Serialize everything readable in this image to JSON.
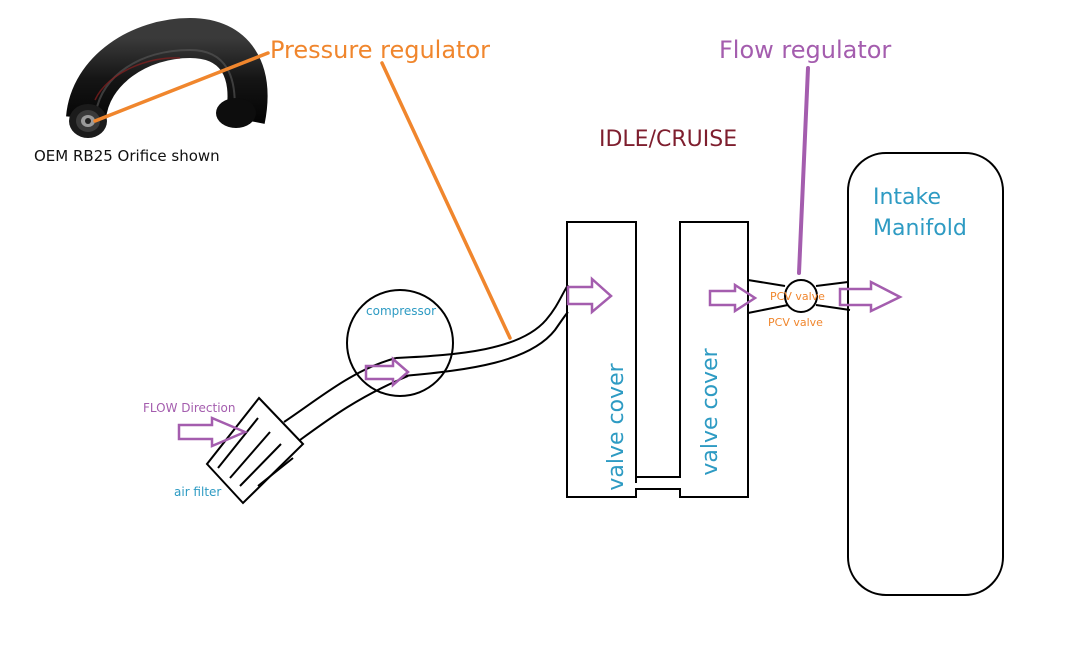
{
  "labels": {
    "pressure_regulator": "Pressure regulator",
    "flow_regulator": "Flow regulator",
    "idle_cruise": "IDLE/CRUISE",
    "oem_orifice": "OEM RB25 Orifice shown",
    "compressor": "compressor",
    "flow_direction": "FLOW Direction",
    "air_filter": "air filter",
    "pcv_valve_top": "PCV valve",
    "pcv_valve_bottom": "PCV valve",
    "intake_line1": "Intake",
    "intake_line2": "Manifold",
    "valve_cover_left": "valve cover",
    "valve_cover_right": "valve cover"
  },
  "colors": {
    "orange": "#F0862D",
    "purple": "#A45DAE",
    "cyan": "#2E9BC3",
    "maroon": "#7E1E2E",
    "line": "#000000"
  },
  "icons": {
    "flow_arrow": "hollow-right-arrow",
    "hose_photo": "rubber-hose-with-orifice"
  }
}
